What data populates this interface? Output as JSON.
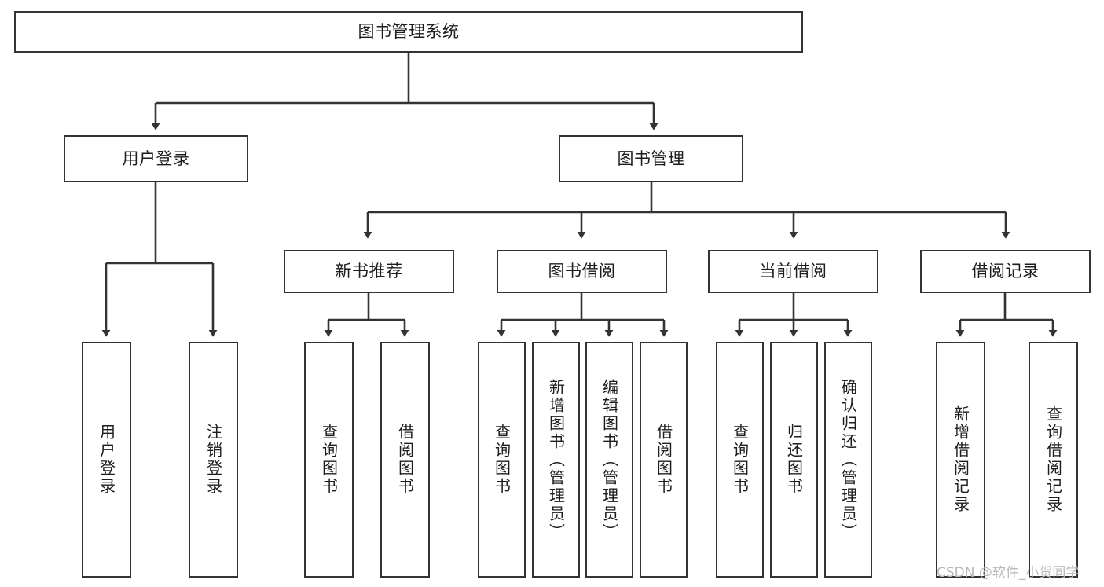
{
  "diagram": {
    "type": "tree-hierarchy-chart",
    "title": "图书管理系统",
    "watermark": "CSDN @软件_小贺同学",
    "line_color": "#333333",
    "box_fill": "#ffffff",
    "text_color": "#1d1d1d",
    "nodes": {
      "root": {
        "label": "图书管理系统",
        "level": 1
      },
      "l2": [
        {
          "id": "user-login",
          "label": "用户登录",
          "level": 2
        },
        {
          "id": "book-manage",
          "label": "图书管理",
          "level": 2
        }
      ],
      "l3": [
        {
          "id": "new-book-recommend",
          "label": "新书推荐",
          "level": 3
        },
        {
          "id": "book-borrow",
          "label": "图书借阅",
          "level": 3
        },
        {
          "id": "current-borrow",
          "label": "当前借阅",
          "level": 3
        },
        {
          "id": "borrow-record",
          "label": "借阅记录",
          "level": 3
        }
      ],
      "leaves": [
        {
          "id": "leaf-user-login",
          "label": "用户登录",
          "parent": "user-login"
        },
        {
          "id": "leaf-user-logout",
          "label": "注销登录",
          "parent": "user-login"
        },
        {
          "id": "leaf-query-book-1",
          "label": "查询图书",
          "parent": "new-book-recommend"
        },
        {
          "id": "leaf-borrow-book-1",
          "label": "借阅图书",
          "parent": "new-book-recommend"
        },
        {
          "id": "leaf-query-book-2",
          "label": "查询图书",
          "parent": "book-borrow"
        },
        {
          "id": "leaf-add-book",
          "label": "新增图书（管理员）",
          "parent": "book-borrow"
        },
        {
          "id": "leaf-edit-book",
          "label": "编辑图书（管理员）",
          "parent": "book-borrow"
        },
        {
          "id": "leaf-borrow-book-2",
          "label": "借阅图书",
          "parent": "book-borrow"
        },
        {
          "id": "leaf-query-book-3",
          "label": "查询图书",
          "parent": "current-borrow"
        },
        {
          "id": "leaf-return-book",
          "label": "归还图书",
          "parent": "current-borrow"
        },
        {
          "id": "leaf-confirm-return",
          "label": "确认归还（管理员）",
          "parent": "current-borrow"
        },
        {
          "id": "leaf-add-record",
          "label": "新增借阅记录",
          "parent": "borrow-record"
        },
        {
          "id": "leaf-query-record",
          "label": "查询借阅记录",
          "parent": "borrow-record"
        }
      ]
    }
  }
}
